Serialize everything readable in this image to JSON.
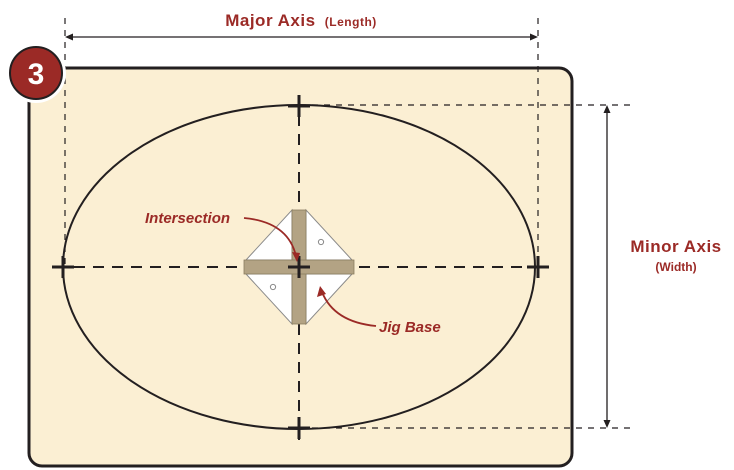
{
  "step_number": "3",
  "labels": {
    "major_axis": "Major Axis",
    "major_axis_sub": "(Length)",
    "minor_axis": "Minor Axis",
    "minor_axis_sub": "(Width)",
    "intersection": "Intersection",
    "jig_base": "Jig Base"
  },
  "colors": {
    "board_fill": "#fbefd3",
    "board_stroke": "#231f20",
    "accent_red": "#9b2a26",
    "badge_fill": "#9b2a26",
    "line_dark": "#231f20",
    "jig_tan": "#b3a384",
    "jig_white": "#ffffff"
  }
}
